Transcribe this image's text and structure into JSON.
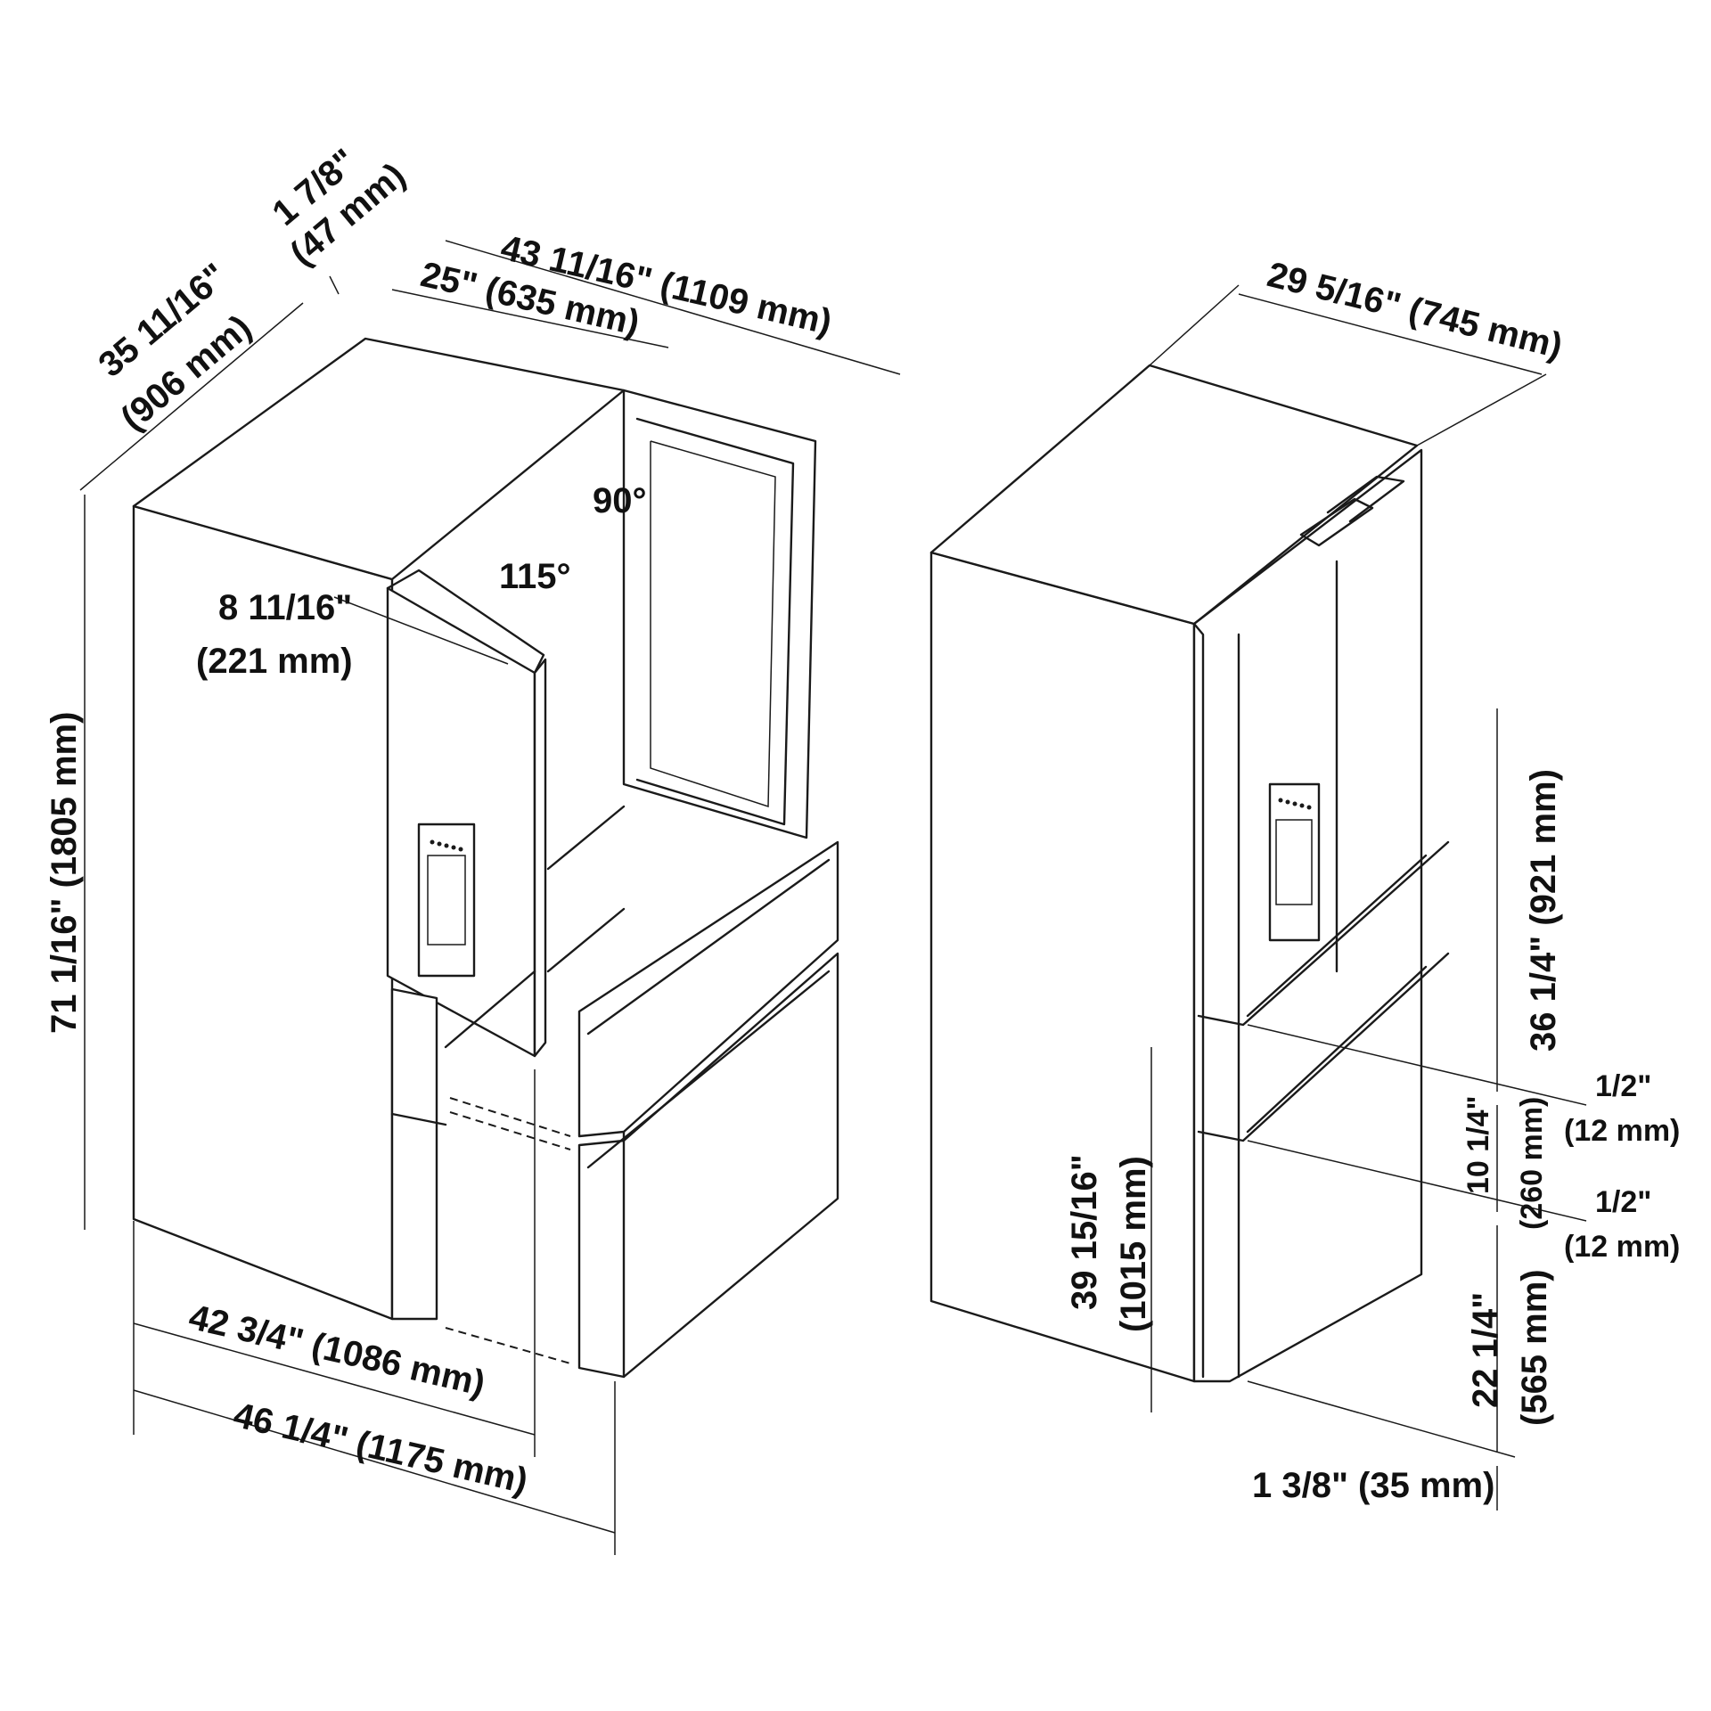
{
  "left_view": {
    "depth_with_doors_open": "43 11/16\" (1109 mm)",
    "depth_door_swing": "25\" (635 mm)",
    "door_thickness_in": "1 7/8\"",
    "door_thickness_mm": "(47 mm)",
    "cabinet_depth_in": "35 11/16\"",
    "cabinet_depth_mm": "(906 mm)",
    "height": "71 1/16\" (1805 mm)",
    "angle_90": "90°",
    "angle_115": "115°",
    "door_width_in": "8 11/16\"",
    "door_width_mm": "(221 mm)",
    "width_open_1": "42 3/4\" (1086 mm)",
    "width_open_2": "46 1/4\" (1175 mm)"
  },
  "right_view": {
    "overall_width": "29 5/16\" (745 mm)",
    "upper_section": "36 1/4\" (921 mm)",
    "gap_top_in": "1/2\"",
    "gap_top_mm": "(12 mm)",
    "middle_drawer_in": "10 1/4\"",
    "middle_drawer_mm": "(260 mm)",
    "gap_bottom_in": "1/2\"",
    "gap_bottom_mm": "(12 mm)",
    "lower_drawer_in": "22 1/4\"",
    "lower_drawer_mm": "(565 mm)",
    "base_height_in": "39 15/16\"",
    "base_height_mm": "(1015 mm)",
    "toe_kick": "1 3/8\" (35 mm)"
  },
  "colors": {
    "line": "#1a1a1a",
    "background": "#ffffff"
  }
}
